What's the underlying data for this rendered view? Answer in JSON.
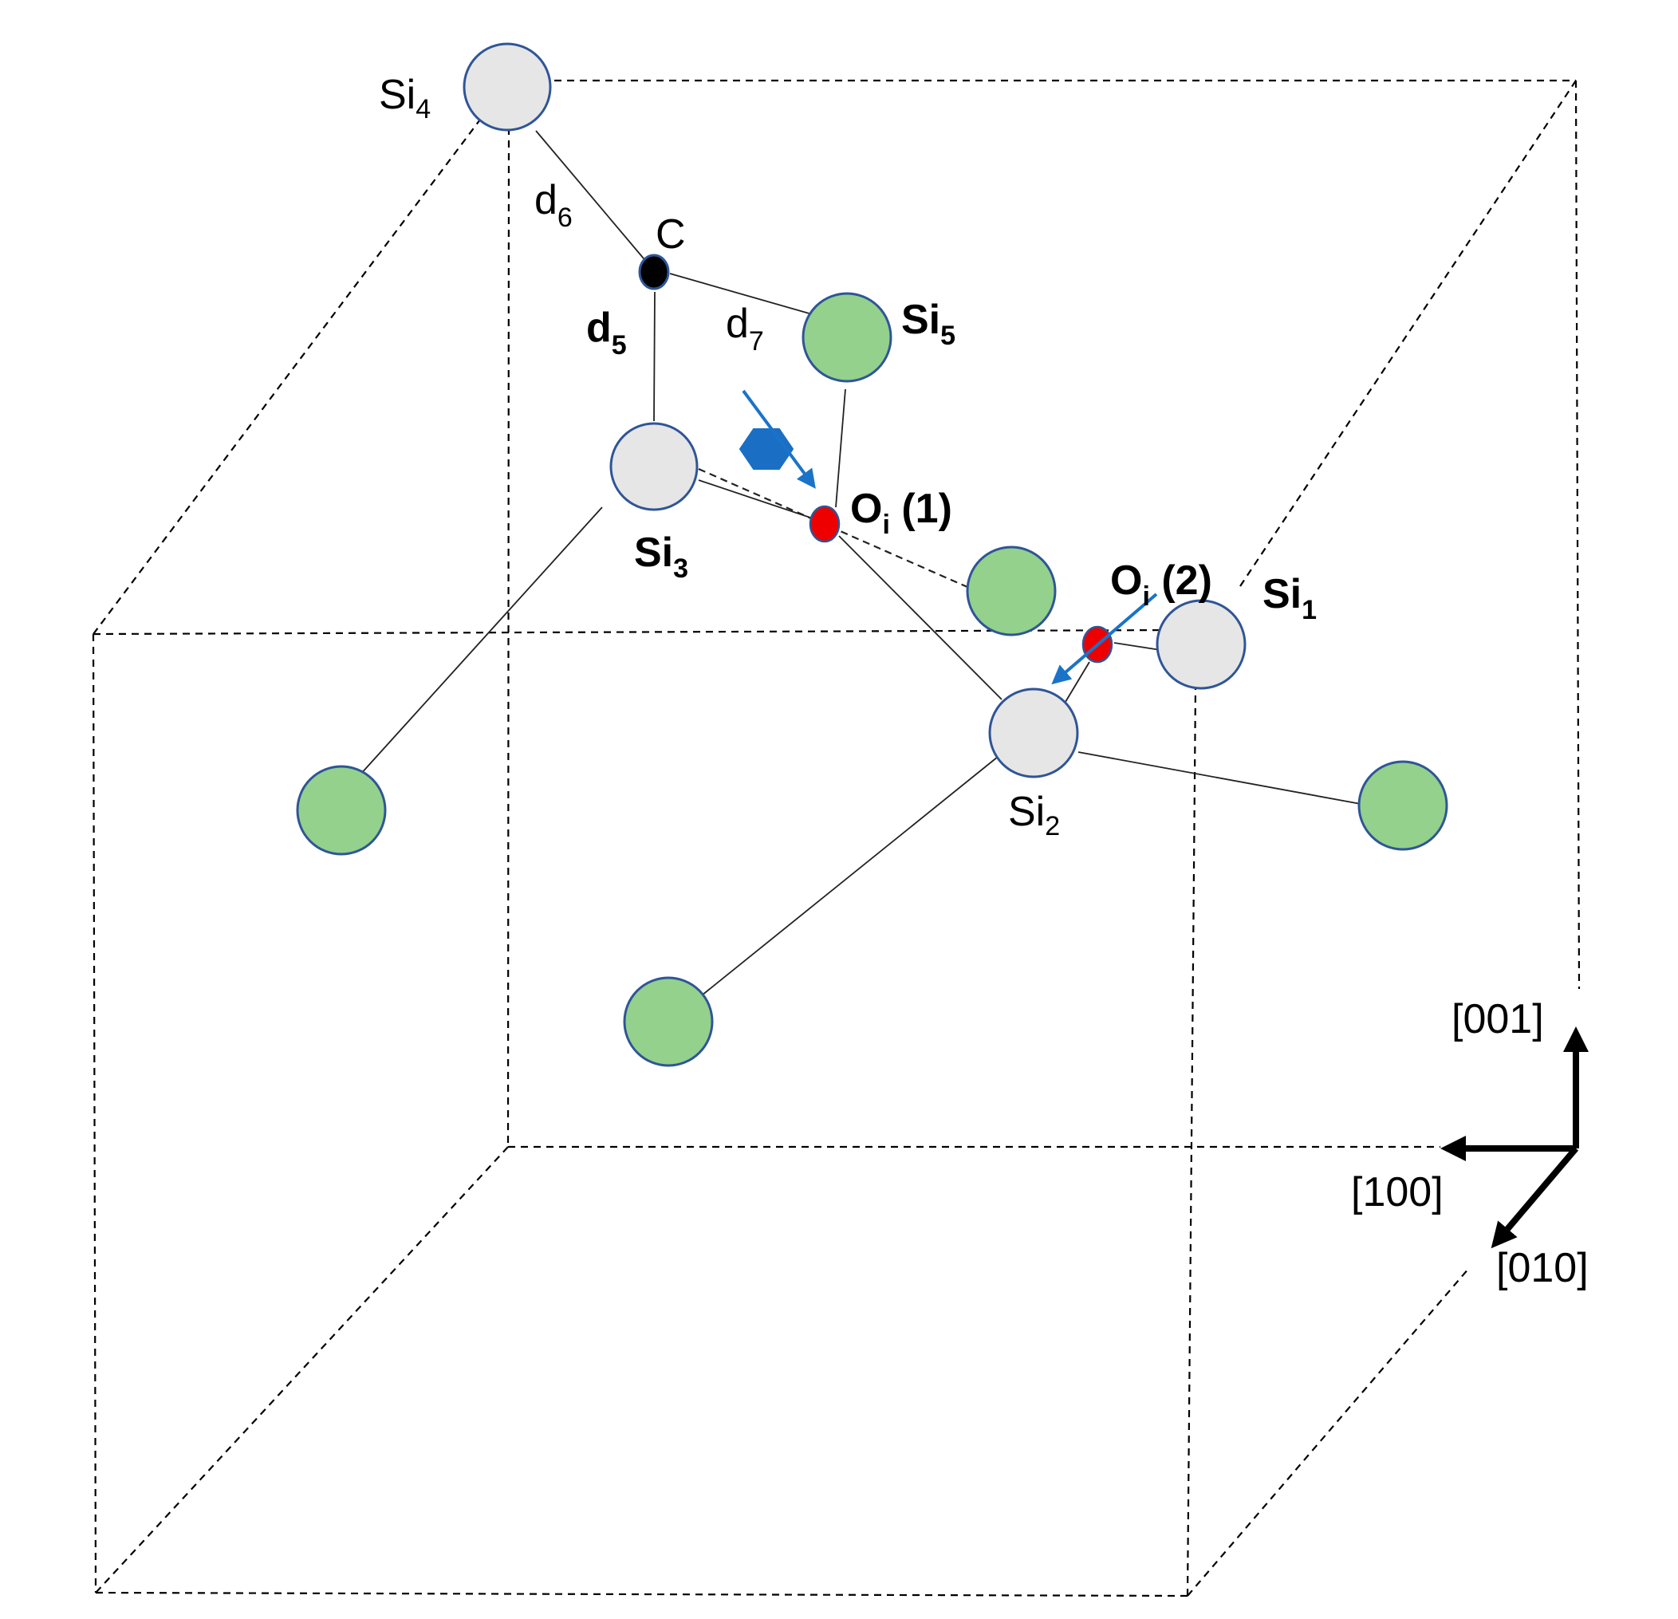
{
  "atoms": {
    "si4": {
      "base": "Si",
      "sub": "4"
    },
    "si5": {
      "base": "Si",
      "sub": "5"
    },
    "si3": {
      "base": "Si",
      "sub": "3"
    },
    "si1": {
      "base": "Si",
      "sub": "1"
    },
    "si2": {
      "base": "Si",
      "sub": "2"
    },
    "carbon": {
      "label": "C"
    },
    "oi1": {
      "base": "O",
      "sub": "i",
      "suffix": " (1)"
    },
    "oi2": {
      "base": "O",
      "sub": "i",
      "suffix": " (2)"
    }
  },
  "distances": {
    "d6": {
      "base": "d",
      "sub": "6"
    },
    "d5": {
      "base": "d",
      "sub": "5"
    },
    "d7": {
      "base": "d",
      "sub": "7"
    }
  },
  "axes": {
    "z": "[001]",
    "x": "[100]",
    "y": "[010]"
  },
  "colors": {
    "si_grey_fill": "#e6e6e6",
    "si_green_fill": "#93d18c",
    "atom_outline": "#2f5597",
    "oxygen": "#ee0000",
    "carbon": "#000000",
    "arrow_blue": "#1a73c8",
    "hexagon_blue": "#1a6fc4"
  },
  "icons": {
    "hexagon": "blue-hexagon-icon"
  }
}
